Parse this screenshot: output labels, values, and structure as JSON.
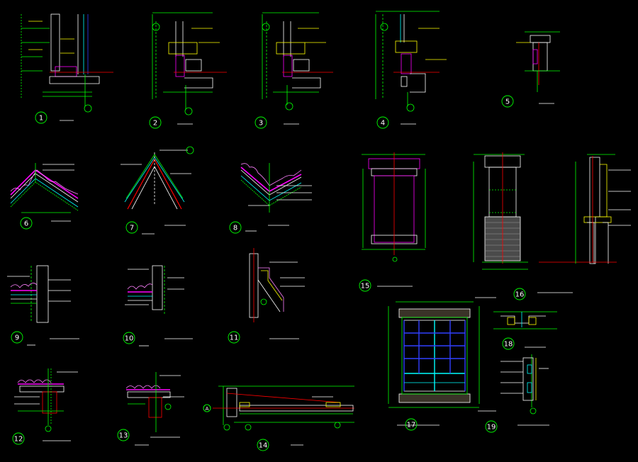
{
  "colors": {
    "background": "#000000",
    "line_green": "#00ff00",
    "line_white": "#ffffff",
    "line_red": "#ff0000",
    "line_yellow": "#ffff00",
    "line_magenta": "#ff00ff",
    "line_cyan": "#00ffff",
    "line_blue": "#3040ff",
    "line_pink": "#ff80ff"
  },
  "details": [
    {
      "number": "1"
    },
    {
      "number": "2"
    },
    {
      "number": "3"
    },
    {
      "number": "4"
    },
    {
      "number": "5"
    },
    {
      "number": "6"
    },
    {
      "number": "7"
    },
    {
      "number": "8"
    },
    {
      "number": "9"
    },
    {
      "number": "10"
    },
    {
      "number": "11"
    },
    {
      "number": "12"
    },
    {
      "number": "13"
    },
    {
      "number": "14"
    },
    {
      "number": "15"
    },
    {
      "number": "16"
    },
    {
      "number": "17"
    },
    {
      "number": "18"
    },
    {
      "number": "19"
    }
  ],
  "axis_label": "A"
}
